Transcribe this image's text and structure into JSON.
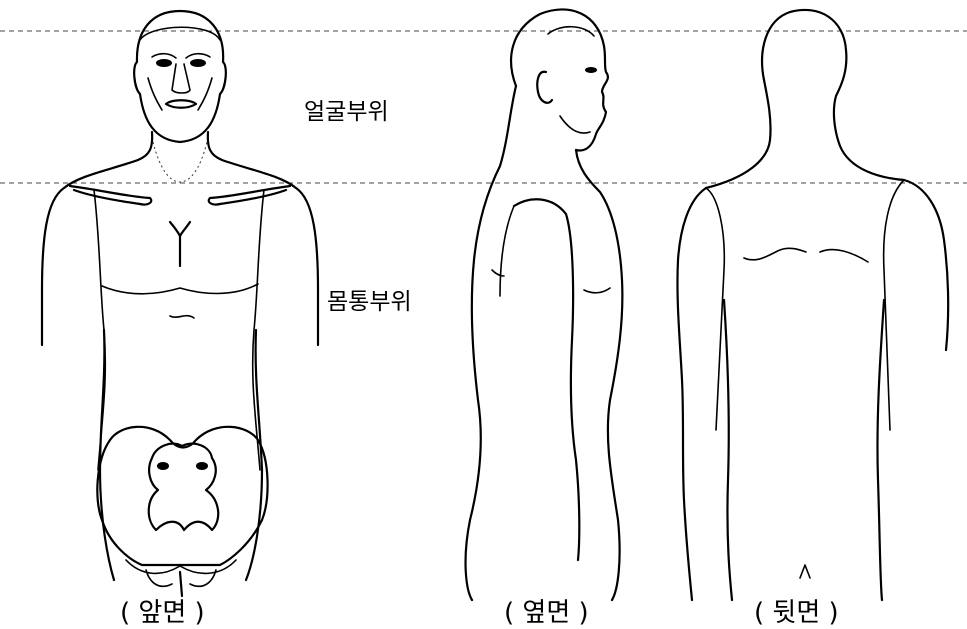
{
  "regions": {
    "face": "얼굴부위",
    "torso": "몸통부위"
  },
  "views": {
    "front": "( 앞면 )",
    "side": "( 옆면 )",
    "back": "( 뒷면 )"
  }
}
